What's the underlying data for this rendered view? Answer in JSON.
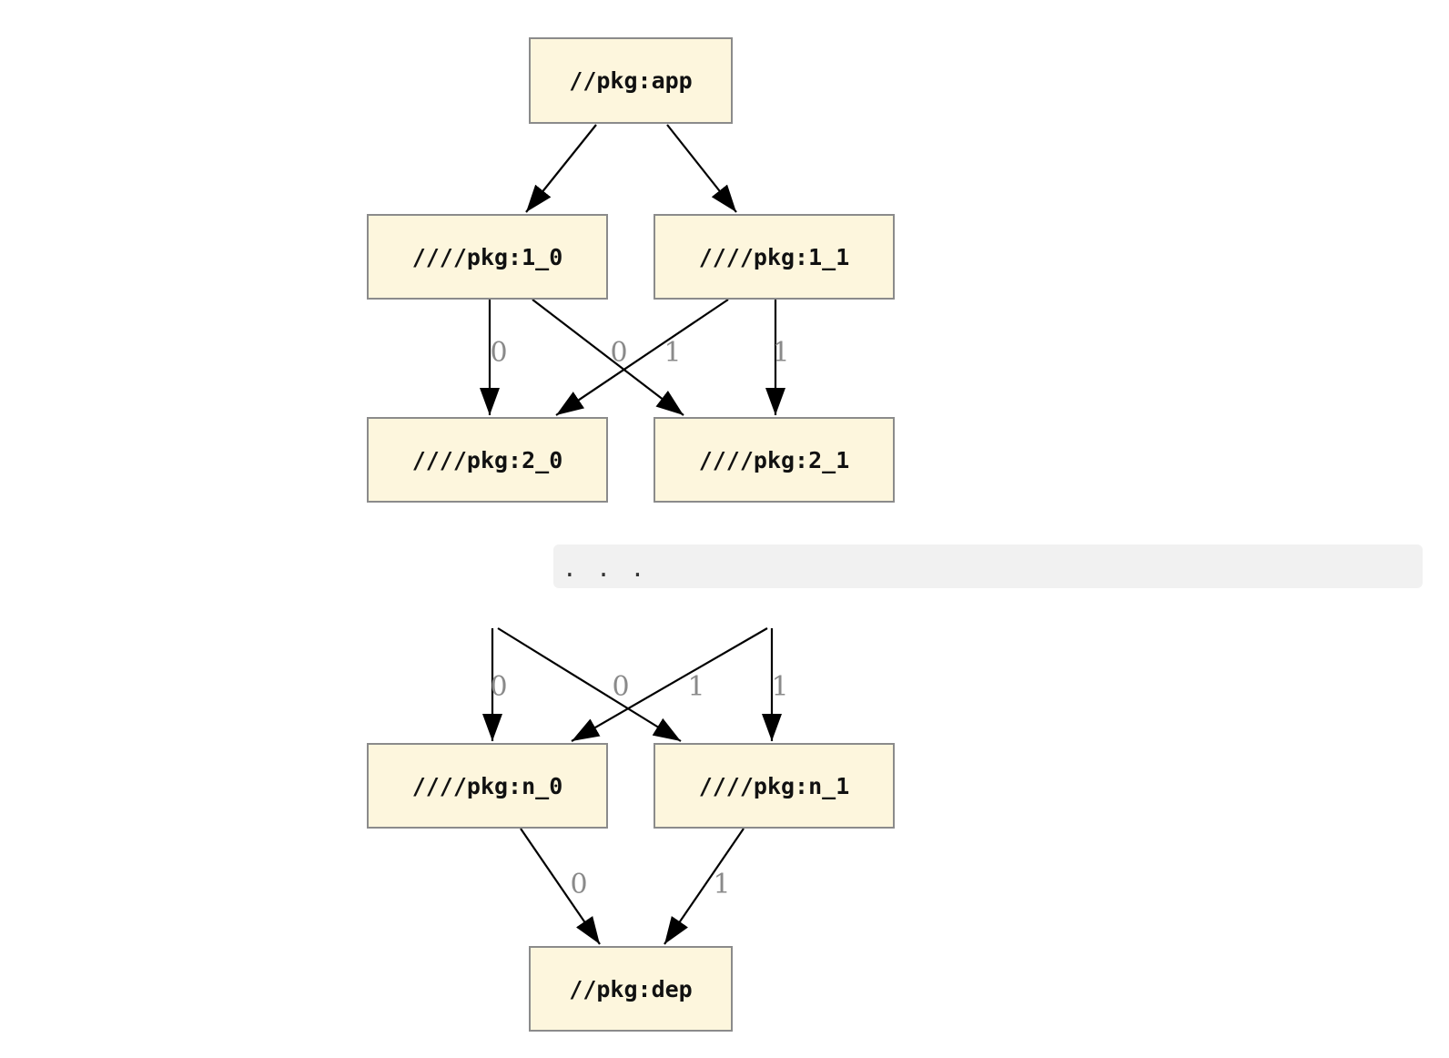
{
  "graph": {
    "nodes": [
      {
        "id": "app",
        "label": "//pkg:app"
      },
      {
        "id": "1_0",
        "label": "////pkg:1_0"
      },
      {
        "id": "1_1",
        "label": "////pkg:1_1"
      },
      {
        "id": "2_0",
        "label": "////pkg:2_0"
      },
      {
        "id": "2_1",
        "label": "////pkg:2_1"
      },
      {
        "id": "n_0",
        "label": "////pkg:n_0"
      },
      {
        "id": "n_1",
        "label": "////pkg:n_1"
      },
      {
        "id": "dep",
        "label": "//pkg:dep"
      }
    ],
    "ellipsis_text": ". . .",
    "edge_labels": {
      "upper": [
        "0",
        "0",
        "1",
        "1"
      ],
      "middle": [
        "0",
        "0",
        "1",
        "1"
      ],
      "lower": [
        "0",
        "1"
      ]
    },
    "colors": {
      "node_fill": "#fdf6dd",
      "node_border": "#8b8b8b",
      "edge": "#000000",
      "edge_label": "#8a8a8a",
      "band_bg": "#f1f1f1",
      "dots": "#333333"
    }
  }
}
